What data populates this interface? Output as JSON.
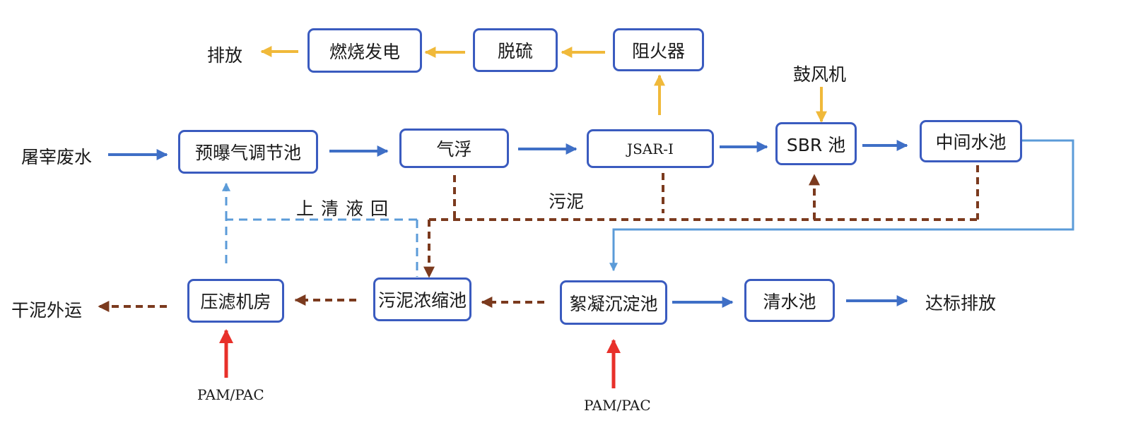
{
  "colors": {
    "box_border": "#3a5bbf",
    "water_flow": "#3f6fc6",
    "return_flow": "#5b9bd8",
    "gas_flow": "#f0b93a",
    "sludge_flow": "#7b3a1e",
    "chemical_dose": "#e8302a"
  },
  "nodes": {
    "pretreat_equalization": "预曝气调节池",
    "air_flotation": "气浮",
    "jsar": "JSAR-I",
    "sbr": "SBR 池",
    "intermediate_tank": "中间水池",
    "flame_arrester": "阻火器",
    "desulfurization": "脱硫",
    "combustion_power": "燃烧发电",
    "coag_sedimentation": "絮凝沉淀池",
    "clear_water_tank": "清水池",
    "sludge_thickener": "污泥浓缩池",
    "filter_press_room": "压滤机房"
  },
  "labels": {
    "inflow": "屠宰废水",
    "gas_discharge": "排放",
    "blower": "鼓风机",
    "sludge": "污泥",
    "supernatant_return": "上清液回",
    "compliant_discharge": "达标排放",
    "dry_sludge_out": "干泥外运",
    "chem_left": "PAM/PAC",
    "chem_right": "PAM/PAC"
  }
}
